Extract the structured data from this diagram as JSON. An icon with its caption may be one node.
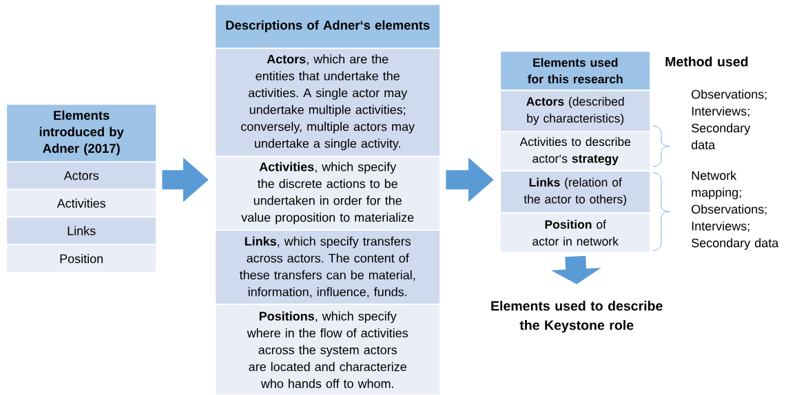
{
  "diagram": {
    "nodes": [
      {
        "text": [
          "Elements introduced by Adner (2017)"
        ]
      },
      {
        "text": [
          "Actors"
        ]
      },
      {
        "text": [
          "Activities"
        ]
      },
      {
        "text": [
          "Links"
        ]
      },
      {
        "text": [
          "Position"
        ]
      },
      {
        "text": [
          "Descriptions of Adner‘s elements"
        ]
      },
      {
        "text": [
          "**Actors**, which are the entities that undertake the activities. A single actor may undertake multiple activities; conversely, multiple actors may undertake a single activity."
        ]
      },
      {
        "text": [
          "**Activities**, which specify the discrete actions to be undertaken in order for the value proposition to materialize"
        ]
      },
      {
        "text": [
          "**Links**, which specify transfers across actors. The content of these transfers can be material, information, influence, funds."
        ]
      },
      {
        "text": [
          "**Positions**, which specify where in the flow of activities across the system actors are located and characterize who hands off to whom."
        ]
      },
      {
        "text": [
          "Elements used for this research"
        ]
      },
      {
        "text": [
          "**Actors** (described by characteristics)"
        ]
      },
      {
        "text": [
          "Activities to describe actor‘s **strategy**"
        ]
      },
      {
        "text": [
          "**Links** (relation of the actor to others)"
        ]
      },
      {
        "text": [
          "**Position** of actor in network"
        ]
      },
      {
        "text": [
          "Elements used to describe the Keystone role"
        ]
      }
    ],
    "edges": [
      {
        "from": 1,
        "to": 7,
        "arrow": "to"
      },
      {
        "from": 7,
        "to": 13,
        "arrow": "to"
      },
      {
        "from": 14,
        "to": 15,
        "arrow": "to"
      }
    ],
    "labels": [
      "Method used",
      "Observations; Interviews; Secondary data",
      "Network mapping; Observations; Interviews; Secondary data"
    ]
  }
}
